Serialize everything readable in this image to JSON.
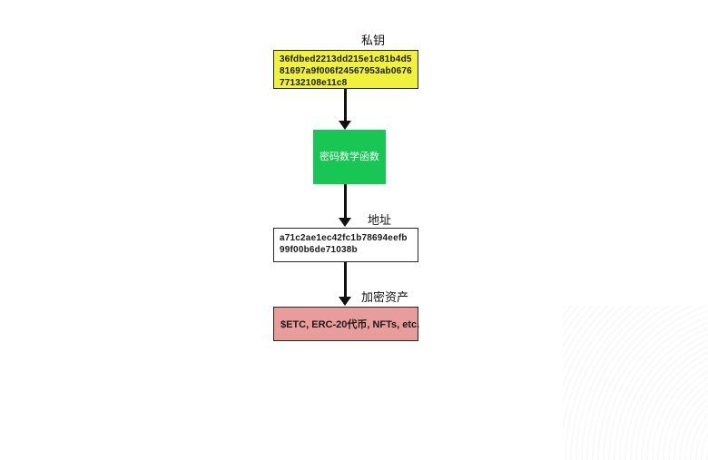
{
  "colors": {
    "background": "#ffffff",
    "private_key_fill": "#f0f13a",
    "function_fill": "#17c653",
    "address_fill": "#ffffff",
    "assets_fill": "#e89c9c",
    "box_border": "#262626",
    "arrow": "#111111",
    "text": "#1a1a1a",
    "function_text": "#ffffff"
  },
  "diagram": {
    "nodes": [
      {
        "id": "private-key",
        "label": "私钥",
        "value": "36fdbed2213dd215e1c81b4d581697a9f006f24567953ab067677132108e11c8",
        "fill": "#f0f13a"
      },
      {
        "id": "crypto-function",
        "label": "",
        "value": "密码数学函数",
        "fill": "#17c653"
      },
      {
        "id": "address",
        "label": "地址",
        "value": "a71c2ae1ec42fc1b78694eefb99f00b6de71038b",
        "fill": "#ffffff"
      },
      {
        "id": "crypto-assets",
        "label": "加密资产",
        "value": "$ETC, ERC-20代币, NFTs, etc.",
        "fill": "#e89c9c"
      }
    ],
    "edges": [
      {
        "from": "private-key",
        "to": "crypto-function",
        "direction": "down"
      },
      {
        "from": "crypto-function",
        "to": "address",
        "direction": "down"
      },
      {
        "from": "address",
        "to": "crypto-assets",
        "direction": "down"
      }
    ]
  }
}
